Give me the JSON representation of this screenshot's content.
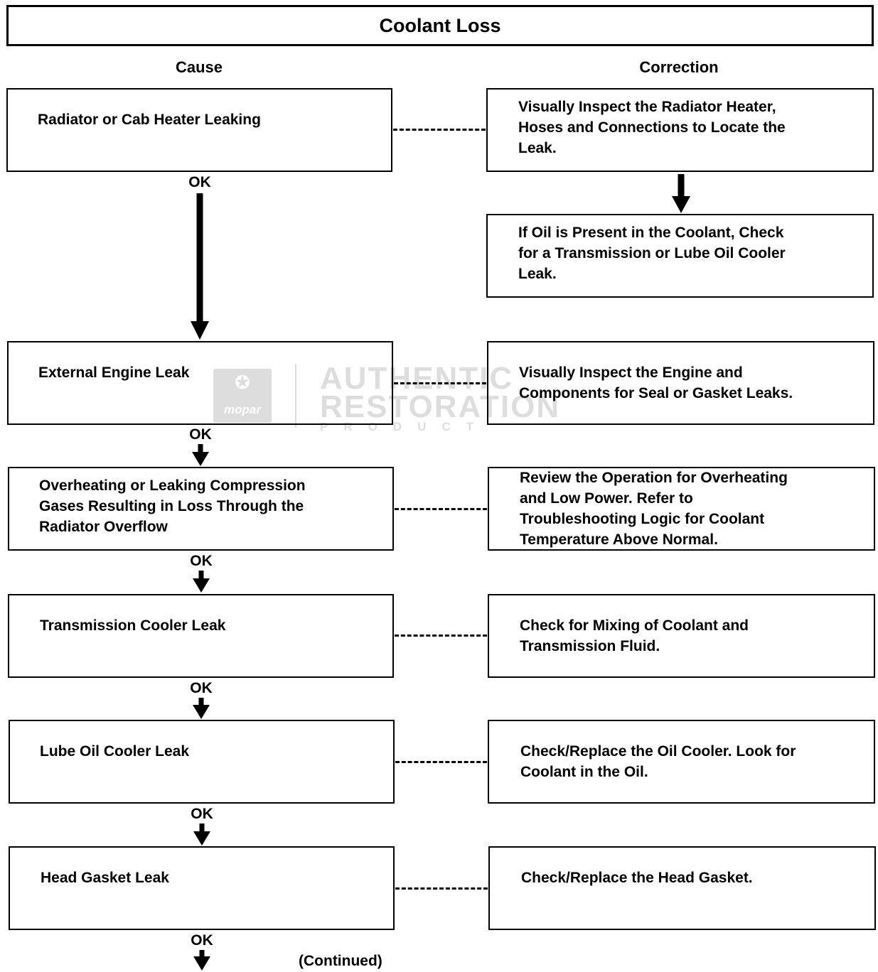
{
  "title": "Coolant Loss",
  "columns": {
    "cause": "Cause",
    "correction": "Correction"
  },
  "causes": [
    {
      "text": "Radiator or Cab Heater Leaking"
    },
    {
      "text": "External Engine Leak"
    },
    {
      "text": "Overheating or Leaking Compression\nGases Resulting in Loss Through the\nRadiator Overflow"
    },
    {
      "text": "Transmission Cooler Leak"
    },
    {
      "text": "Lube Oil Cooler Leak"
    },
    {
      "text": "Head Gasket Leak"
    }
  ],
  "corrections": [
    {
      "text": "Visually Inspect the Radiator Heater,\nHoses and Connections to Locate the\nLeak."
    },
    {
      "text": "If Oil is Present in the Coolant, Check\nfor a Transmission or Lube Oil Cooler\nLeak."
    },
    {
      "text": "Visually Inspect the Engine and\nComponents for Seal or Gasket Leaks."
    },
    {
      "text": "Review the Operation for Overheating\nand Low Power. Refer to\nTroubleshooting Logic for Coolant\nTemperature Above Normal."
    },
    {
      "text": "Check for Mixing of Coolant and\nTransmission Fluid."
    },
    {
      "text": "Check/Replace the Oil Cooler. Look for\nCoolant in the Oil."
    },
    {
      "text": "Check/Replace the Head Gasket."
    }
  ],
  "ok_label": "OK",
  "continued": "(Continued)",
  "watermark": {
    "logo": "mopar",
    "line1": "AUTHENTIC",
    "line2": "RESTORATION",
    "line3": "PRODUCT"
  }
}
